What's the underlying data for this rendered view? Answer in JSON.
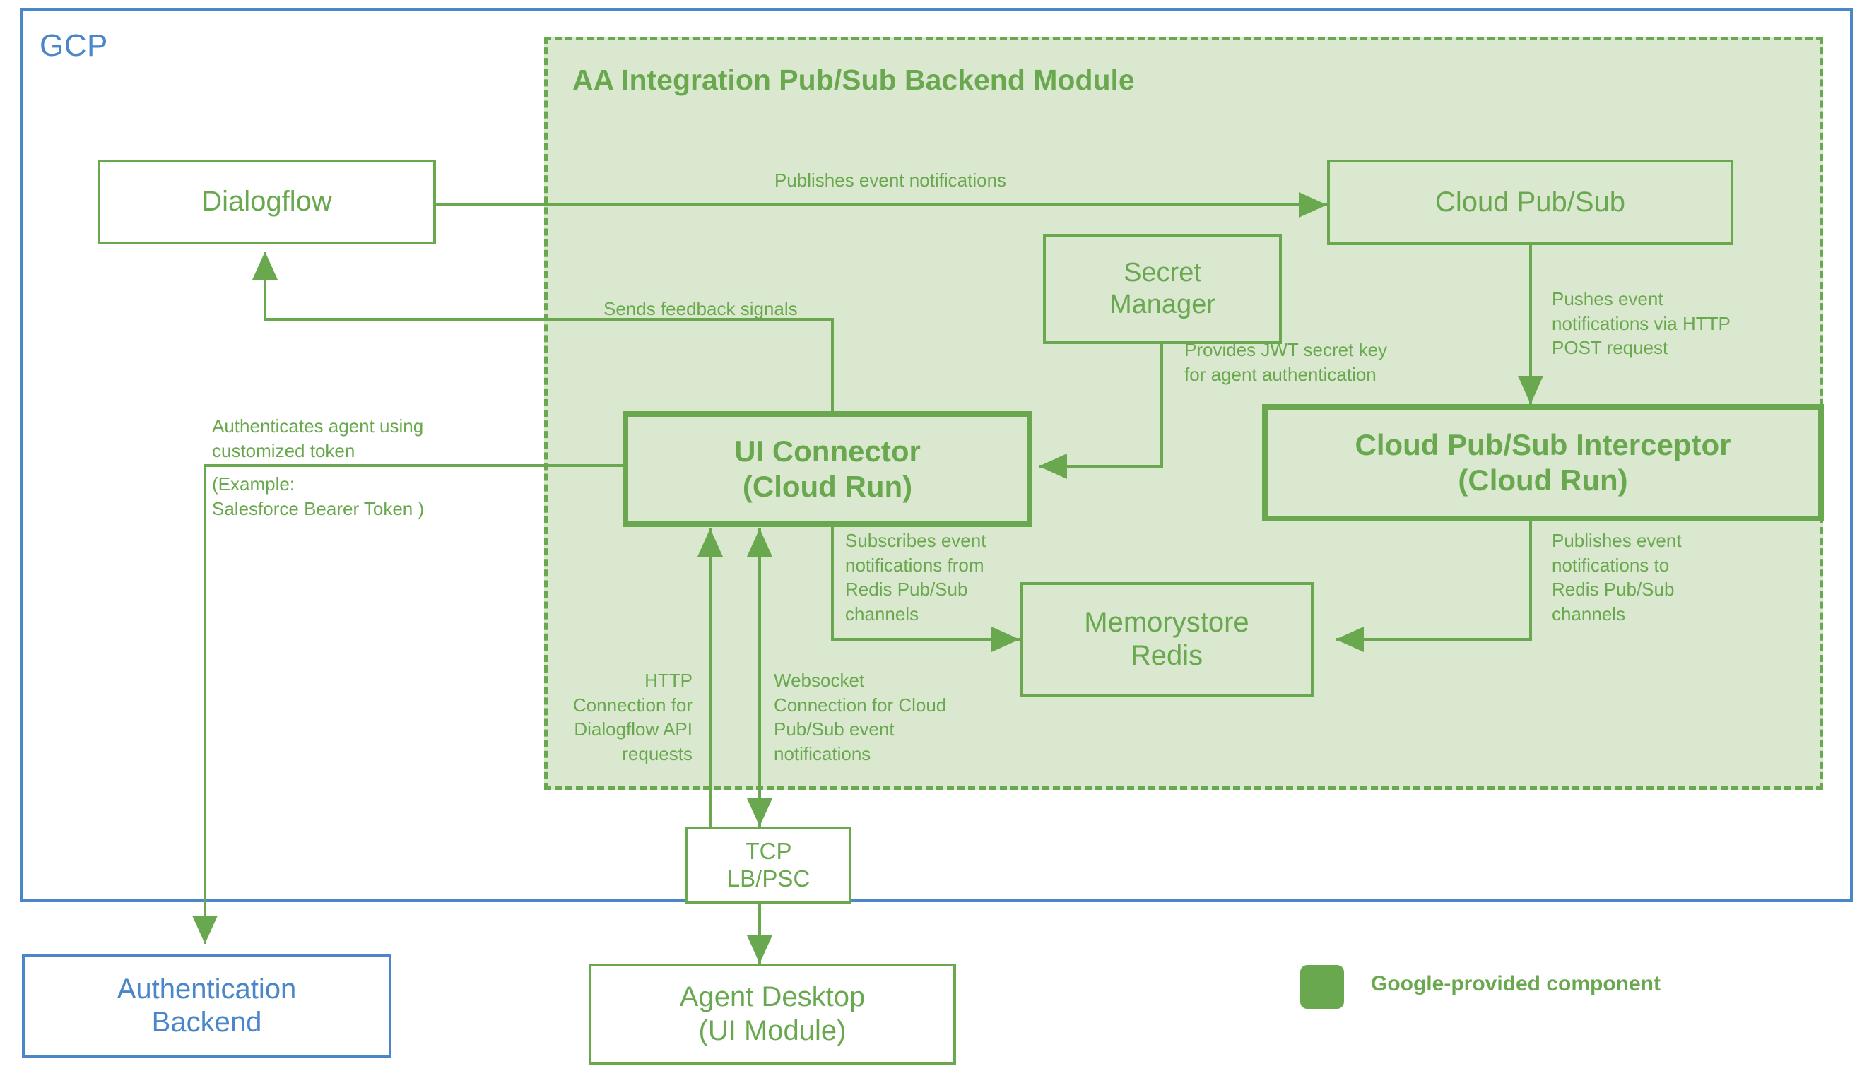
{
  "diagram": {
    "cloud_boundary": {
      "label": "GCP",
      "color": "#4a86c8"
    },
    "module": {
      "title": "AA Integration Pub/Sub Backend Module",
      "fill": "#d9e8ce",
      "stroke": "#6aa84f"
    },
    "legend": {
      "swatch_color": "#6aa84f",
      "label": "Google-provided component"
    },
    "nodes": {
      "dialogflow": {
        "label": "Dialogflow"
      },
      "cloud_pubsub": {
        "label": "Cloud Pub/Sub"
      },
      "secret_manager": {
        "line1": "Secret",
        "line2": "Manager"
      },
      "ui_connector": {
        "line1": "UI Connector",
        "line2": "(Cloud Run)"
      },
      "interceptor": {
        "line1": "Cloud Pub/Sub Interceptor",
        "line2": "(Cloud Run)"
      },
      "memorystore": {
        "line1": "Memorystore",
        "line2": "Redis"
      },
      "tcp_lb": {
        "line1": "TCP",
        "line2": "LB/PSC"
      },
      "agent_desktop": {
        "line1": "Agent Desktop",
        "line2": "(UI Module)"
      },
      "auth_backend": {
        "line1": "Authentication",
        "line2": "Backend"
      }
    },
    "edges": {
      "publishes_event_notifications": "Publishes event notifications",
      "sends_feedback_signals": "Sends feedback signals",
      "authenticates_agent": "Authenticates agent using\ncustomized token",
      "authenticates_example": "(Example:\nSalesforce Bearer Token )",
      "provides_jwt": "Provides JWT secret key\nfor agent authentication",
      "pushes_event_http_post": "Pushes event\nnotifications via HTTP\nPOST request",
      "publishes_to_redis": "Publishes event\nnotifications to\nRedis Pub/Sub\nchannels",
      "subscribes_from_redis": "Subscribes event\nnotifications from\nRedis Pub/Sub\nchannels",
      "http_dialogflow": "HTTP\nConnection for\nDialogflow API\nrequests",
      "websocket_pubsub": "Websocket\nConnection for Cloud\nPub/Sub event\nnotifications"
    }
  }
}
